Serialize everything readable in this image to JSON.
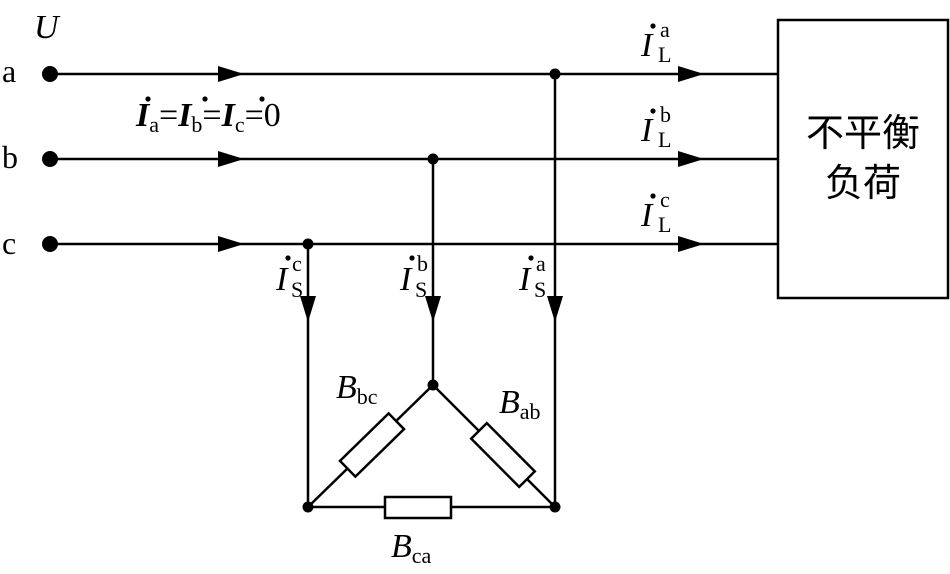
{
  "voltage_symbol": "U",
  "phases": [
    "a",
    "b",
    "c"
  ],
  "zero_seq_eq": {
    "sym": "I",
    "subs": [
      "a",
      "b",
      "c"
    ],
    "equals": "=",
    "rhs": "0"
  },
  "load_current": {
    "sym": "I",
    "sub": "L",
    "sups": [
      "a",
      "b",
      "c"
    ]
  },
  "comp_current": {
    "sym": "I",
    "sub": "S",
    "sups": [
      "c",
      "b",
      "a"
    ]
  },
  "load_box": {
    "line1": "不平衡",
    "line2": "负荷"
  },
  "susceptances": {
    "sym": "B",
    "bc": "bc",
    "ab": "ab",
    "ca": "ca"
  }
}
